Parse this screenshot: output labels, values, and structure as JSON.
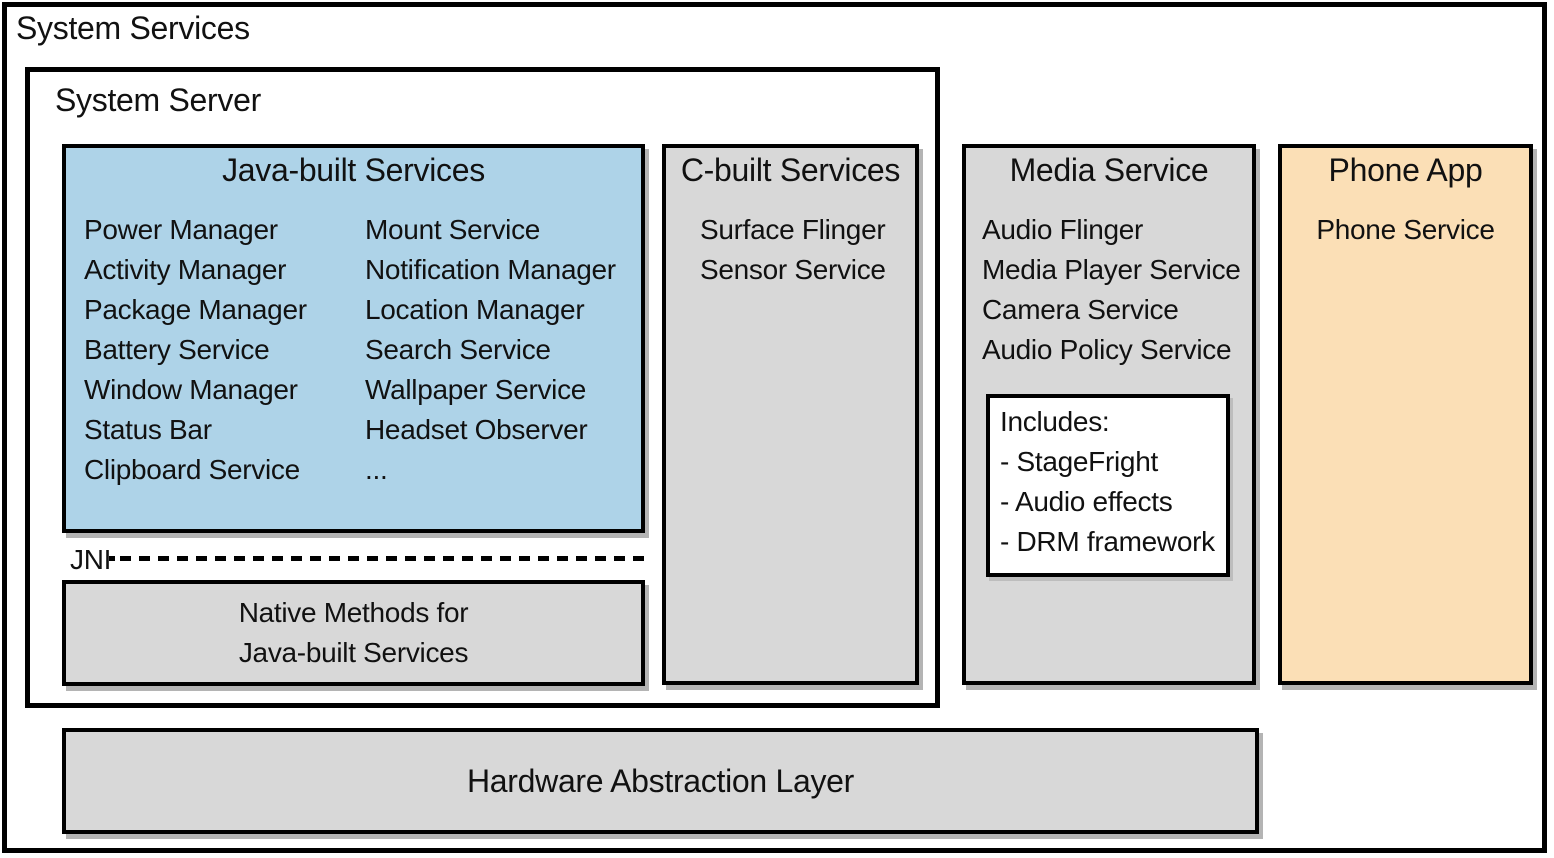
{
  "system_services": {
    "title": "System Services",
    "system_server": {
      "title": "System Server",
      "java_built_services": {
        "title": "Java-built Services",
        "column1": [
          "Power Manager",
          "Activity Manager",
          "Package Manager",
          "Battery Service",
          "Window Manager",
          "Status Bar",
          "Clipboard Service"
        ],
        "column2": [
          "Mount Service",
          "Notification Manager",
          "Location Manager",
          "Search Service",
          "Wallpaper Service",
          "Headset Observer",
          "..."
        ]
      },
      "jni": {
        "label": "JNI"
      },
      "native_methods": {
        "line1": "Native Methods for",
        "line2": "Java-built Services"
      },
      "c_built_services": {
        "title": "C-built Services",
        "items": [
          "Surface Flinger",
          "Sensor Service"
        ]
      }
    },
    "media_service": {
      "title": "Media Service",
      "items": [
        "Audio Flinger",
        "Media Player Service",
        "Camera Service",
        "Audio Policy Service"
      ],
      "includes": {
        "title": "Includes:",
        "items": [
          "- StageFright",
          "- Audio effects",
          "- DRM framework"
        ]
      }
    },
    "phone_app": {
      "title": "Phone App",
      "items": [
        "Phone Service"
      ]
    },
    "hardware_abstraction_layer": {
      "title": "Hardware Abstraction Layer"
    },
    "colors": {
      "java_services_fill": "#aed3e8",
      "generic_box_fill": "#d8d8d8",
      "phone_app_fill": "#fbdfb6",
      "includes_fill": "#ffffff",
      "border": "#000000",
      "shadow": "#b4b4b4"
    }
  }
}
